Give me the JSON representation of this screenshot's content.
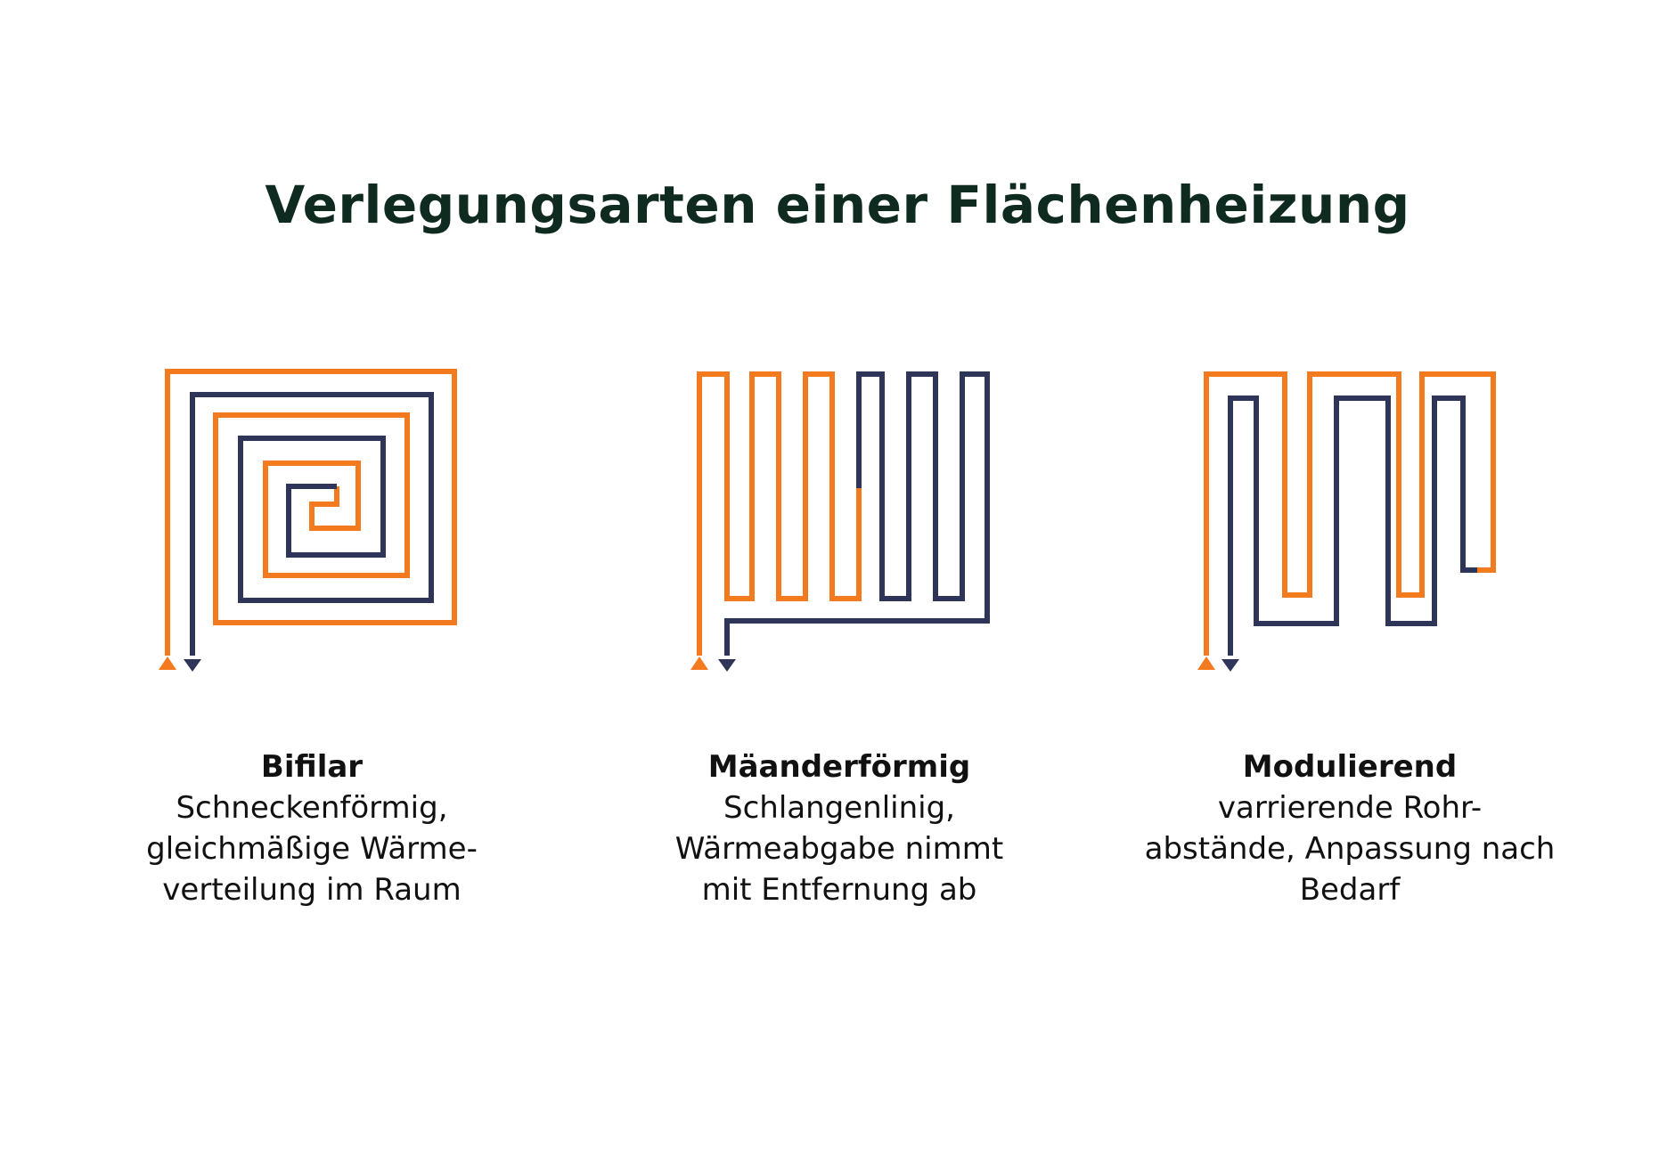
{
  "title": "Verlegungsarten einer Flächenheizung",
  "colors": {
    "supply": "#f47a1f",
    "return": "#2f3558",
    "title": "#0f2a1f",
    "text": "#111111",
    "background": "#ffffff"
  },
  "panels": [
    {
      "heading": "Bifilar",
      "description": "Schneckenförmig,\ngleichmäßige Wärme-\nverteilung im Raum",
      "icons": [
        "supply-arrow-up-icon",
        "return-arrow-down-icon"
      ]
    },
    {
      "heading": "Mäanderförmig",
      "description": "Schlangenlinig,\nWärmeabgabe nimmt\nmit Entfernung ab",
      "icons": [
        "supply-arrow-up-icon",
        "return-arrow-down-icon"
      ]
    },
    {
      "heading": "Modulierend",
      "description": "varrierende Rohr-\nabstände, Anpassung nach\nBedarf",
      "icons": [
        "supply-arrow-up-icon",
        "return-arrow-down-icon"
      ]
    }
  ]
}
